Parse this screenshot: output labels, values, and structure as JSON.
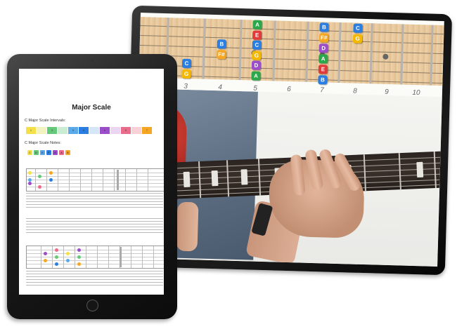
{
  "monitor": {
    "fret_numbers": [
      "3",
      "4",
      "5",
      "6",
      "7",
      "8",
      "9",
      "10"
    ],
    "notes": [
      {
        "label": "A",
        "color": "#2aa84a"
      },
      {
        "label": "E",
        "color": "#e23a3a"
      },
      {
        "label": "C",
        "color": "#2a7de1"
      },
      {
        "label": "G",
        "color": "#f5b800"
      },
      {
        "label": "D",
        "color": "#9b4dca"
      },
      {
        "label": "A",
        "color": "#2aa84a"
      },
      {
        "label": "B",
        "color": "#2a7de1"
      },
      {
        "label": "F#",
        "color": "#f5a623"
      },
      {
        "label": "C",
        "color": "#2a7de1"
      },
      {
        "label": "G",
        "color": "#f5b800"
      },
      {
        "label": "B",
        "color": "#2a7de1"
      },
      {
        "label": "F#",
        "color": "#f5a623"
      },
      {
        "label": "D",
        "color": "#9b4dca"
      },
      {
        "label": "A",
        "color": "#2aa84a"
      },
      {
        "label": "E",
        "color": "#e23a3a"
      },
      {
        "label": "B",
        "color": "#2a7de1"
      },
      {
        "label": "C",
        "color": "#2a7de1"
      },
      {
        "label": "G",
        "color": "#f5b800"
      }
    ]
  },
  "tablet": {
    "title": "Major Scale",
    "intervals_label": "C Major Scale Intervals:",
    "notes_label": "C Major Scale Notes:",
    "intervals": [
      {
        "label": "1",
        "color": "#f5e04a"
      },
      {
        "label": "",
        "color": "#f3f3c2"
      },
      {
        "label": "3",
        "color": "#66c97a"
      },
      {
        "label": "",
        "color": "#c9ecd2"
      },
      {
        "label": "5",
        "color": "#5aa9e8"
      },
      {
        "label": "6",
        "color": "#2a7de1"
      },
      {
        "label": "",
        "color": "#d4e6f7"
      },
      {
        "label": "b",
        "color": "#9b4dca"
      },
      {
        "label": "",
        "color": "#ead6f2"
      },
      {
        "label": "6",
        "color": "#e96d8a"
      },
      {
        "label": "",
        "color": "#f7d0d8"
      },
      {
        "label": "7",
        "color": "#f5a623"
      }
    ],
    "scale_notes": [
      {
        "label": "C",
        "color": "#f5e04a"
      },
      {
        "label": "D",
        "color": "#66c97a"
      },
      {
        "label": "E",
        "color": "#5aa9e8"
      },
      {
        "label": "F",
        "color": "#2a7de1"
      },
      {
        "label": "G",
        "color": "#9b4dca"
      },
      {
        "label": "A",
        "color": "#e96d8a"
      },
      {
        "label": "B",
        "color": "#f5a623"
      }
    ]
  }
}
